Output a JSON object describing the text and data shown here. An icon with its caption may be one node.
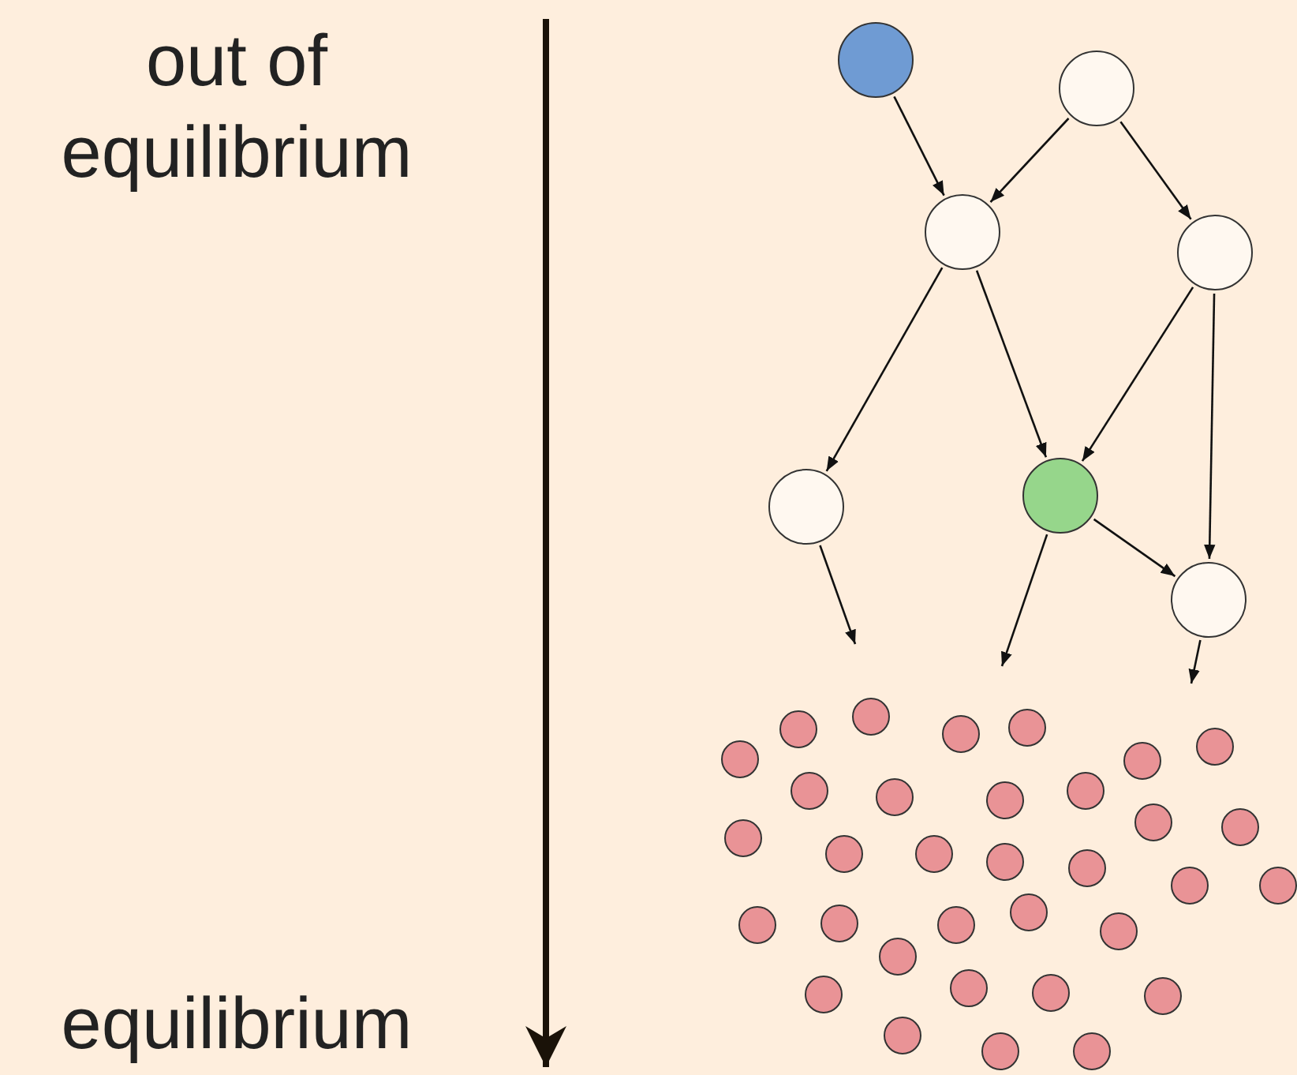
{
  "diagram": {
    "nodes": [
      {
        "text": [],
        "shape": "circle"
      },
      {
        "text": [],
        "shape": "circle"
      },
      {
        "text": [],
        "shape": "circle"
      },
      {
        "text": [],
        "shape": "circle"
      },
      {
        "text": [],
        "shape": "circle"
      },
      {
        "text": [],
        "shape": "circle"
      },
      {
        "text": [],
        "shape": "circle"
      },
      {
        "text": [],
        "shape": "circle"
      },
      {
        "text": [],
        "shape": "circle"
      },
      {
        "text": [],
        "shape": "circle"
      },
      {
        "text": [],
        "shape": "circle"
      },
      {
        "text": [],
        "shape": "circle"
      },
      {
        "text": [],
        "shape": "circle"
      },
      {
        "text": [],
        "shape": "circle"
      },
      {
        "text": [],
        "shape": "circle"
      },
      {
        "text": [],
        "shape": "circle"
      },
      {
        "text": [],
        "shape": "circle"
      },
      {
        "text": [],
        "shape": "circle"
      },
      {
        "text": [],
        "shape": "circle"
      },
      {
        "text": [],
        "shape": "circle"
      },
      {
        "text": [],
        "shape": "circle"
      },
      {
        "text": [],
        "shape": "circle"
      },
      {
        "text": [],
        "shape": "circle"
      },
      {
        "text": [],
        "shape": "circle"
      },
      {
        "text": [],
        "shape": "circle"
      },
      {
        "text": [],
        "shape": "circle"
      },
      {
        "text": [],
        "shape": "circle"
      },
      {
        "text": [],
        "shape": "circle"
      },
      {
        "text": [],
        "shape": "circle"
      },
      {
        "text": [],
        "shape": "circle"
      },
      {
        "text": [],
        "shape": "circle"
      },
      {
        "text": [],
        "shape": "circle"
      },
      {
        "text": [],
        "shape": "circle"
      },
      {
        "text": [],
        "shape": "circle"
      },
      {
        "text": [],
        "shape": "circle"
      },
      {
        "text": [],
        "shape": "circle"
      },
      {
        "text": [],
        "shape": "circle"
      },
      {
        "text": [],
        "shape": "circle"
      },
      {
        "text": [],
        "shape": "circle"
      },
      {
        "text": [],
        "shape": "circle"
      }
    ],
    "edges": [
      {
        "from": 0,
        "to": 2,
        "arrow": "to"
      },
      {
        "from": 1,
        "to": 2,
        "arrow": "to"
      },
      {
        "from": 1,
        "to": 3,
        "arrow": "to"
      },
      {
        "from": 2,
        "to": 4,
        "arrow": "to"
      },
      {
        "from": 2,
        "to": 5,
        "arrow": "to"
      },
      {
        "from": 3,
        "to": 5,
        "arrow": "to"
      },
      {
        "from": 3,
        "to": 6,
        "arrow": "to"
      },
      {
        "from": 5,
        "to": 6,
        "arrow": "to"
      },
      {
        "from": 4,
        "to": null,
        "arrow": "to"
      },
      {
        "from": 5,
        "to": null,
        "arrow": "to"
      },
      {
        "from": 6,
        "to": null,
        "arrow": "to"
      }
    ],
    "labels": [
      "out of equilibrium",
      "equilibrium"
    ]
  }
}
